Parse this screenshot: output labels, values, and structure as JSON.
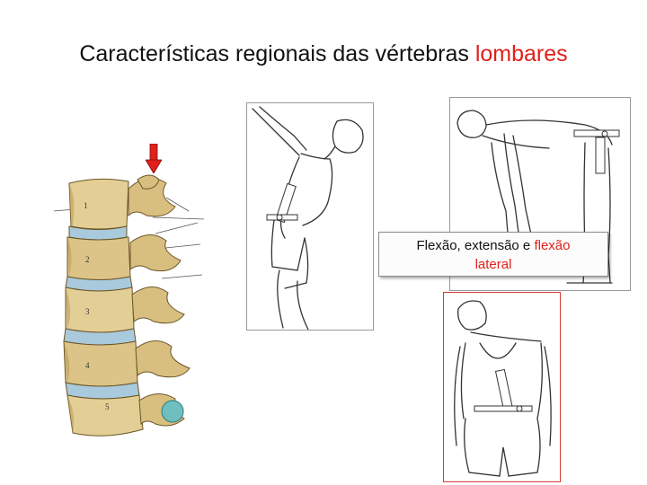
{
  "title": {
    "main": "Características regionais das vértebras ",
    "highlight": "lombares"
  },
  "caption": {
    "text": "Flexão, extensão e ",
    "highlight_1": "flexão",
    "highlight_2": "lateral"
  },
  "spine": {
    "labels": [
      "1",
      "2",
      "3",
      "4",
      "5"
    ]
  },
  "colors": {
    "accent": "#e0201b",
    "bone": "#e3cf95",
    "disc": "#a9c9dc",
    "arrow": "#e0201b"
  }
}
